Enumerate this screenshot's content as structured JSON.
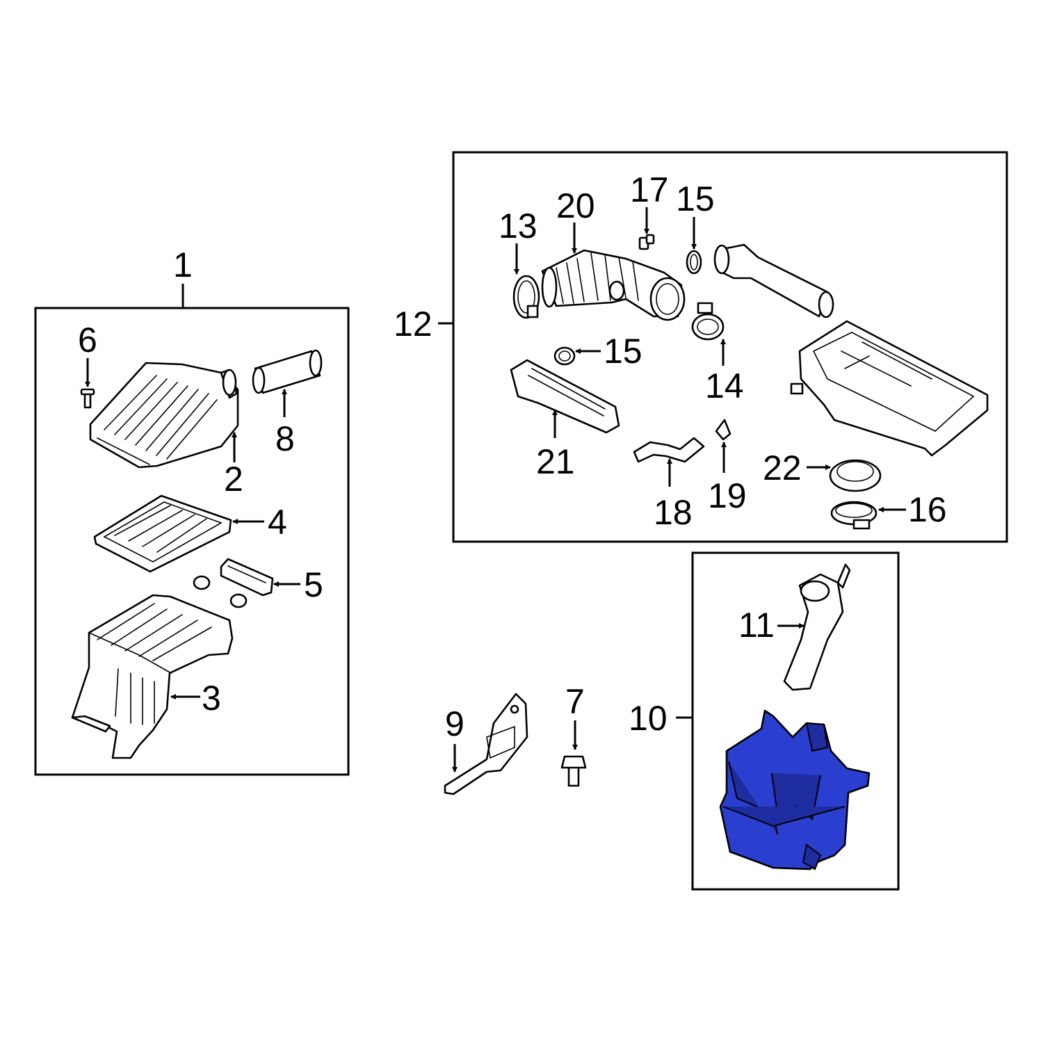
{
  "callouts": {
    "c1": "1",
    "c2": "2",
    "c3": "3",
    "c4": "4",
    "c5": "5",
    "c6": "6",
    "c7": "7",
    "c8": "8",
    "c9": "9",
    "c10": "10",
    "c11": "11",
    "c12": "12",
    "c13": "13",
    "c14": "14",
    "c15a": "15",
    "c15b": "15",
    "c16": "16",
    "c17": "17",
    "c18": "18",
    "c19": "19",
    "c20": "20",
    "c21": "21",
    "c22": "22"
  },
  "colors": {
    "highlight": "#2a3fcf",
    "line": "#000000",
    "background": "#ffffff"
  },
  "highlighted_part": "10"
}
